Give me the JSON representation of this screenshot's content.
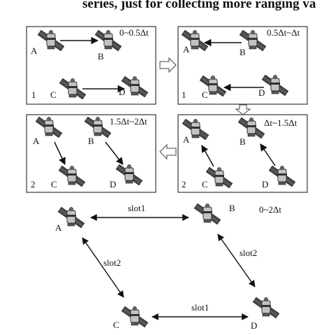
{
  "header_text": "series, just for collecting more ranging va",
  "colors": {
    "line": "#111111",
    "panel_border": "#444444",
    "panel_bg": "#ffffff",
    "satellite_body": "#b8b8b8",
    "satellite_panel": "#4a4a4a"
  },
  "icon": "satellite-icon",
  "panels": [
    {
      "id": "p1",
      "time": "0~0.5Δt",
      "step": "1",
      "sats": [
        "A",
        "B",
        "C",
        "D"
      ],
      "links": [
        [
          "A",
          "B"
        ],
        [
          "C",
          "D"
        ]
      ]
    },
    {
      "id": "p2",
      "time": "0.5Δt~Δt",
      "step": "1",
      "sats": [
        "A",
        "B",
        "C",
        "D"
      ],
      "links": [
        [
          "B",
          "A"
        ],
        [
          "D",
          "C"
        ]
      ]
    },
    {
      "id": "p3",
      "time": "Δt~1.5Δt",
      "step": "2",
      "sats": [
        "A",
        "B",
        "C",
        "D"
      ],
      "links": [
        [
          "C",
          "A"
        ],
        [
          "D",
          "B"
        ]
      ]
    },
    {
      "id": "p4",
      "time": "1.5Δt~2Δt",
      "step": "2",
      "sats": [
        "A",
        "B",
        "C",
        "D"
      ],
      "links": [
        [
          "A",
          "C"
        ],
        [
          "B",
          "D"
        ]
      ]
    }
  ],
  "bottom": {
    "time": "0~2Δt",
    "sats": [
      "A",
      "B",
      "C",
      "D"
    ],
    "links": [
      {
        "from": "A",
        "to": "B",
        "label": "slot1"
      },
      {
        "from": "C",
        "to": "D",
        "label": "slot1"
      },
      {
        "from": "A",
        "to": "C",
        "label": "slot2"
      },
      {
        "from": "B",
        "to": "D",
        "label": "slot2"
      }
    ]
  }
}
